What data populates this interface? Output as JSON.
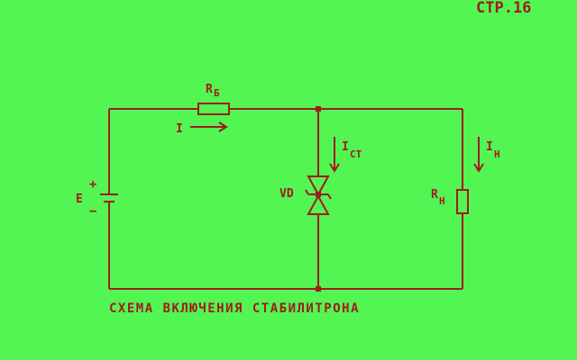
{
  "page_label": "СТР.16",
  "caption": "СХЕМА ВКЛЮЧЕНИЯ СТАБИЛИТРОНА",
  "colors": {
    "background": "#52f552",
    "ink": "#a01c1c"
  },
  "labels": {
    "resistor_ballast": "R",
    "resistor_ballast_sub": "Б",
    "current_main": "I",
    "current_stab": "I",
    "current_stab_sub": "СТ",
    "current_load": "I",
    "current_load_sub": "Н",
    "zener": "VD",
    "load_resistor": "R",
    "load_resistor_sub": "Н",
    "source": "E",
    "source_plus": "+",
    "source_minus": "−"
  }
}
